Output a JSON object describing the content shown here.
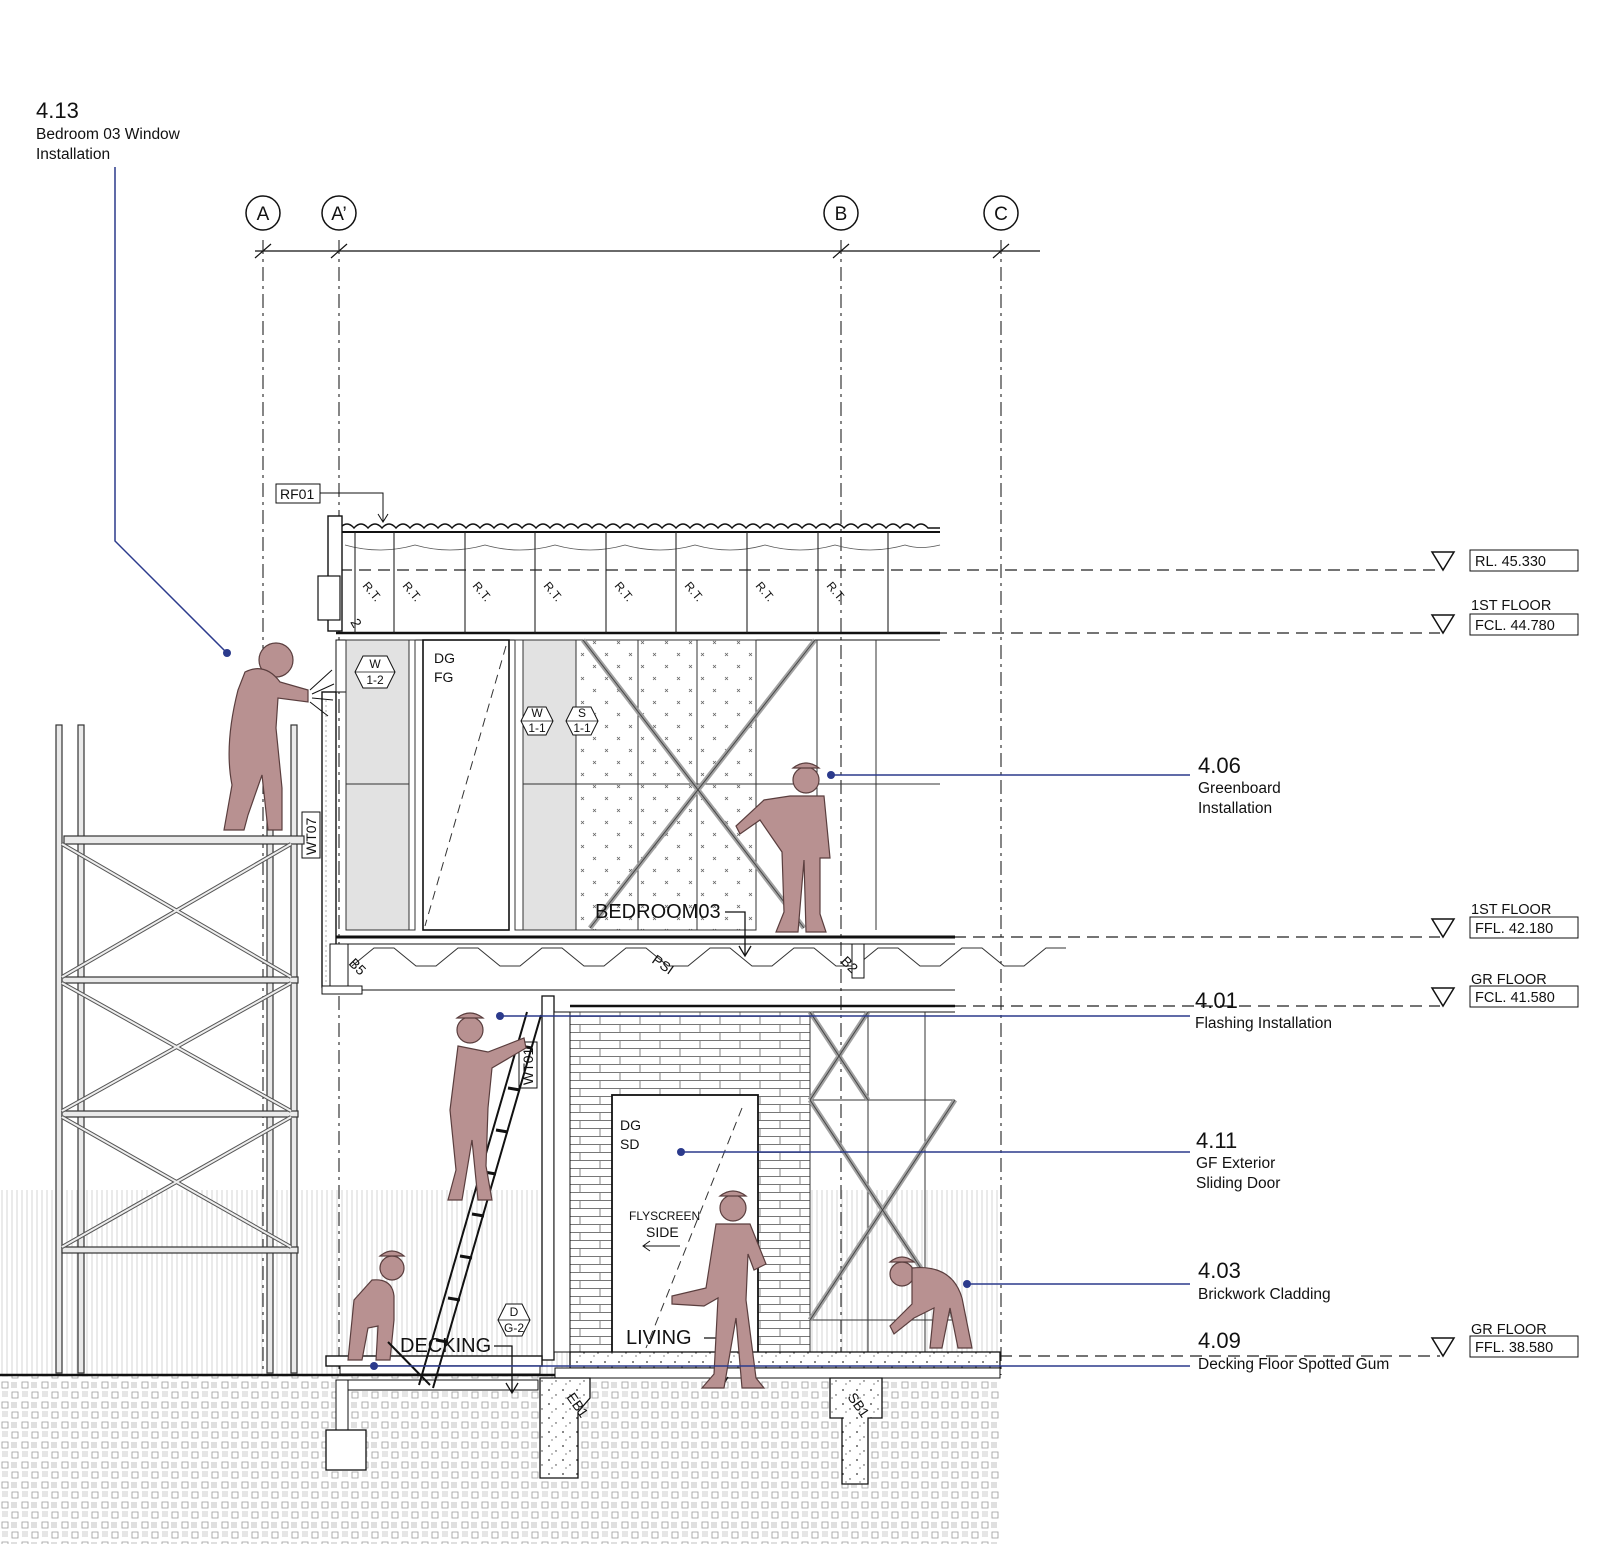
{
  "gridlines": [
    "A",
    "A’",
    "B",
    "C"
  ],
  "callouts": [
    {
      "number": "4.13",
      "lines": [
        "Bedroom 03 Window",
        "Installation"
      ]
    },
    {
      "number": "4.06",
      "lines": [
        "Greenboard",
        "Installation"
      ]
    },
    {
      "number": "4.01",
      "lines": [
        "Flashing Installation"
      ]
    },
    {
      "number": "4.11",
      "lines": [
        "GF  Exterior",
        "Sliding Door"
      ]
    },
    {
      "number": "4.03",
      "lines": [
        "Brickwork Cladding"
      ]
    },
    {
      "number": "4.09",
      "lines": [
        "Decking Floor Spotted Gum"
      ]
    }
  ],
  "levels": [
    {
      "title": "",
      "value": "RL. 45.330"
    },
    {
      "title": "1ST FLOOR",
      "value": "FCL. 44.780"
    },
    {
      "title": "1ST FLOOR",
      "value": "FFL. 42.180"
    },
    {
      "title": "GR FLOOR",
      "value": "FCL. 41.580"
    },
    {
      "title": "GR FLOOR",
      "value": "FFL. 38.580"
    }
  ],
  "rooms": [
    "BEDROOM03",
    "LIVING",
    "DECKING"
  ],
  "tags": {
    "rf01": "RF01",
    "wt07": "WT07",
    "wt01": "WT01",
    "rt": "R.T.",
    "b5": "B5",
    "psi": "PSI",
    "b2": "B2",
    "eb1": "EB1",
    "sb1": "SB1",
    "w12": [
      "W",
      "1-2"
    ],
    "w11": [
      "W",
      "1-1"
    ],
    "s11": [
      "S",
      "1-1"
    ],
    "dg2": [
      "D",
      "G-2"
    ],
    "dgfg": [
      "DG",
      "FG"
    ],
    "dgsd": [
      "DG",
      "SD"
    ],
    "flyscreen": [
      "FLYSCREEN",
      "SIDE"
    ],
    "floor_marker": "2"
  },
  "colors": {
    "leader": "#2b3a8c",
    "worker": "#b89191",
    "worker_stroke": "#5a3e3e",
    "panel_grey": "#e2e2e2",
    "line": "#222222"
  }
}
